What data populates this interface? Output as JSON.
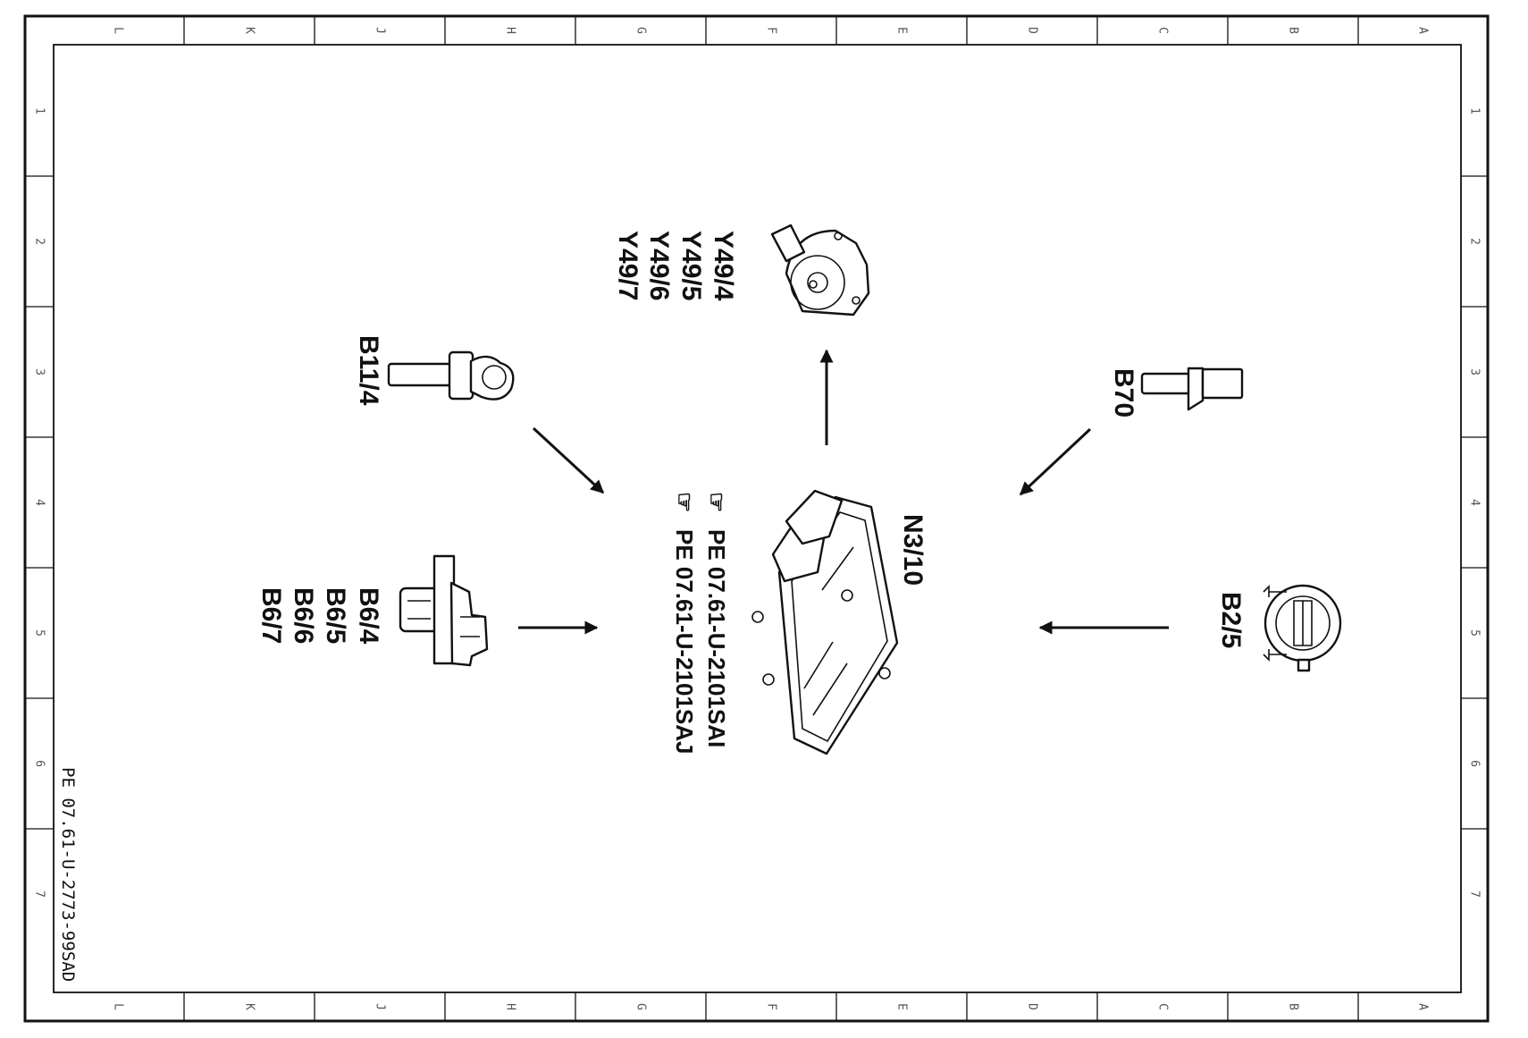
{
  "frame": {
    "columns": [
      "L",
      "K",
      "J",
      "H",
      "G",
      "F",
      "E",
      "D",
      "C",
      "B",
      "A"
    ],
    "rows": [
      "1",
      "2",
      "3",
      "4",
      "5",
      "6",
      "7"
    ]
  },
  "drawing_number": "PE 07.61-U-2773-99SAD",
  "components": {
    "control_unit": {
      "label": "N3/10",
      "refs": [
        "PE 07.61-U-2101SAI",
        "PE 07.61-U-2101SAJ"
      ]
    },
    "actuator": {
      "labels": [
        "Y49/4",
        "Y49/5",
        "Y49/6",
        "Y49/7"
      ]
    },
    "sensor_b11_4": {
      "label": "B11/4"
    },
    "sensor_b70": {
      "label": "B70"
    },
    "sensor_b6": {
      "labels": [
        "B6/4",
        "B6/5",
        "B6/6",
        "B6/7"
      ]
    },
    "sensor_b2_5": {
      "label": "B2/5"
    }
  },
  "icons": [
    "pointing-hand-icon",
    "arrow-icon"
  ]
}
